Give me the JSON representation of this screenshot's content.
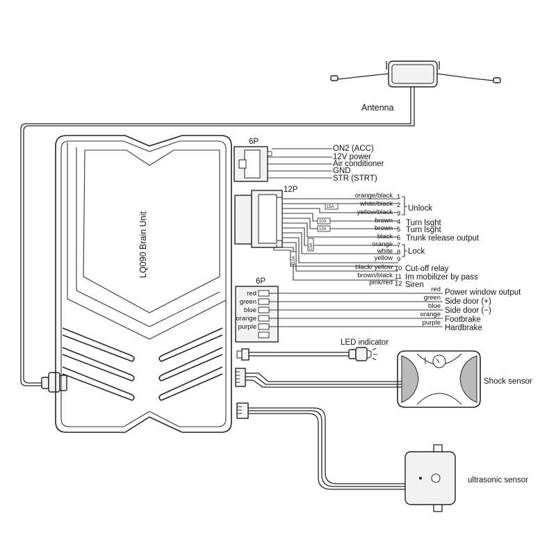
{
  "brain_unit": {
    "label": "LQ090  Brain Unit"
  },
  "antenna": {
    "label": "Antenna"
  },
  "connector_6p_top": {
    "name": "6P",
    "pins": [
      {
        "label": "ON2 (ACC)"
      },
      {
        "label": "12V power"
      },
      {
        "label": "Air conditioner"
      },
      {
        "label": "GND"
      },
      {
        "label": "STR (STRT)"
      }
    ]
  },
  "connector_12p": {
    "name": "12P",
    "wires": [
      {
        "color": "orange/black",
        "pin": "1"
      },
      {
        "color": "white/black",
        "pin": "2"
      },
      {
        "color": "yellow/black",
        "pin": "3"
      },
      {
        "color": "brown",
        "pin": "4"
      },
      {
        "color": "brown",
        "pin": "5"
      },
      {
        "color": "black",
        "pin": "6"
      },
      {
        "color": "orange",
        "pin": "7"
      },
      {
        "color": "white",
        "pin": "8"
      },
      {
        "color": "yellow",
        "pin": "9"
      },
      {
        "color": "black/ yellow",
        "pin": "10"
      },
      {
        "color": "brown/black",
        "pin": "11"
      },
      {
        "color": "pink/red",
        "pin": "12"
      }
    ],
    "functions": {
      "unlock": "Unlock",
      "turn_light_1": "Turn lsght",
      "turn_light_2": "Turn lsght",
      "trunk": "Trunk release output",
      "lock": "Lock",
      "cutoff": "Cut-off relay",
      "immobilizer": "Im  mobilizer by pass",
      "siren": "Siren"
    },
    "fuses": [
      "15A",
      "10A",
      "10A",
      "15A",
      "10A"
    ]
  },
  "connector_6p_bottom": {
    "name": "6P",
    "rows": [
      {
        "left": "red",
        "right": "red",
        "function": "Power window output"
      },
      {
        "left": "green",
        "right": "green",
        "function": "Side door (+)"
      },
      {
        "left": "blue",
        "right": "blue",
        "function": "Side door (−)"
      },
      {
        "left": "orange",
        "right": "orange",
        "function": "Footbrake"
      },
      {
        "left": "purple",
        "right": "purple",
        "function": "Hardbrake"
      }
    ]
  },
  "led": {
    "label": "LED indicator"
  },
  "shock_sensor": {
    "label": "Shock sensor"
  },
  "ultrasonic_sensor": {
    "label": "ultrasonic sensor"
  }
}
